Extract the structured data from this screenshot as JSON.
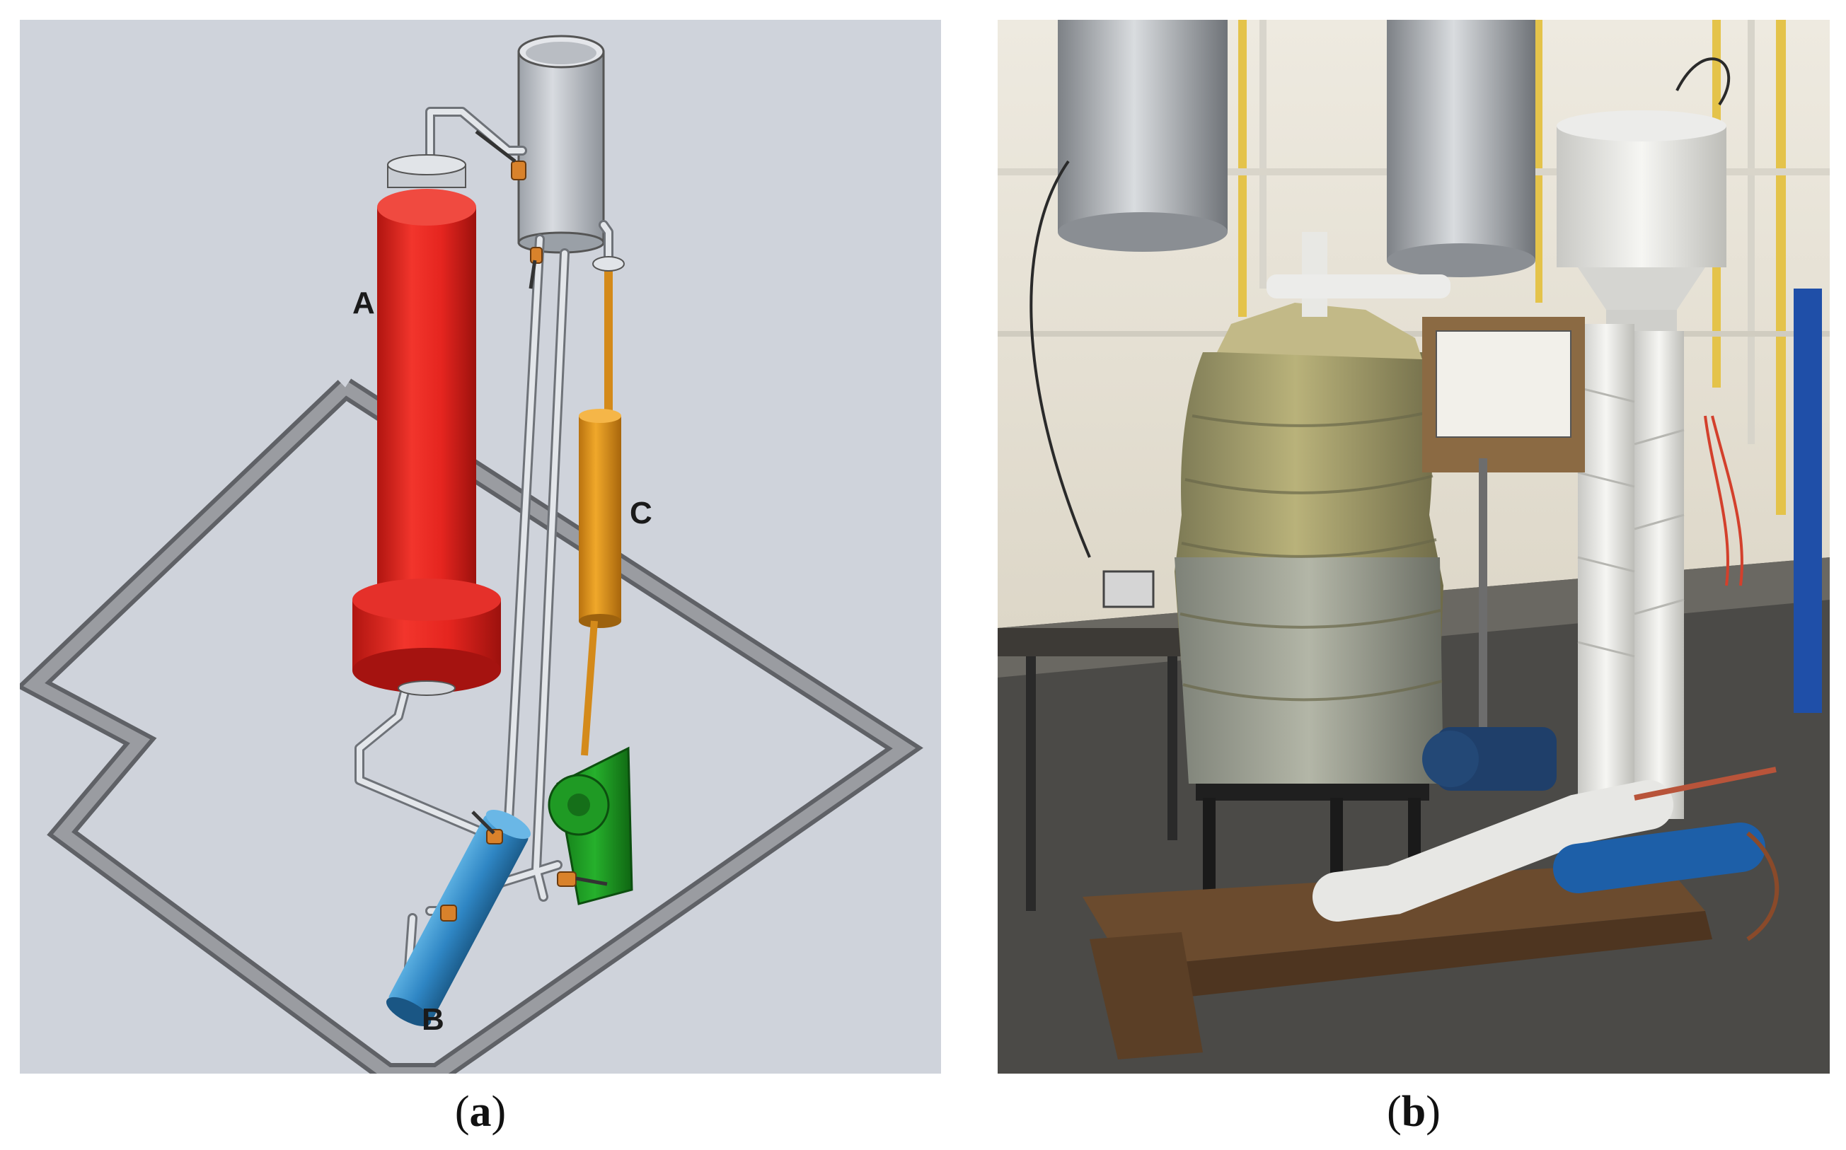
{
  "panel_a": {
    "labels": {
      "a": "A",
      "b": "B",
      "c": "C"
    },
    "caption": {
      "open": "(",
      "letter": "a",
      "close": ")"
    }
  },
  "panel_b": {
    "caption": {
      "open": "(",
      "letter": "b",
      "close": ")"
    }
  },
  "colors": {
    "background_a": "#cfd3db",
    "frame": "#8e9095",
    "vessel_a": "#e5251f",
    "vessel_b": "#2f86c4",
    "vessel_c": "#e49a1c",
    "pump": "#1e9a23",
    "tank": "#c2c6cc",
    "pipe": "#dfe2e7",
    "valve": "#d9822b"
  }
}
